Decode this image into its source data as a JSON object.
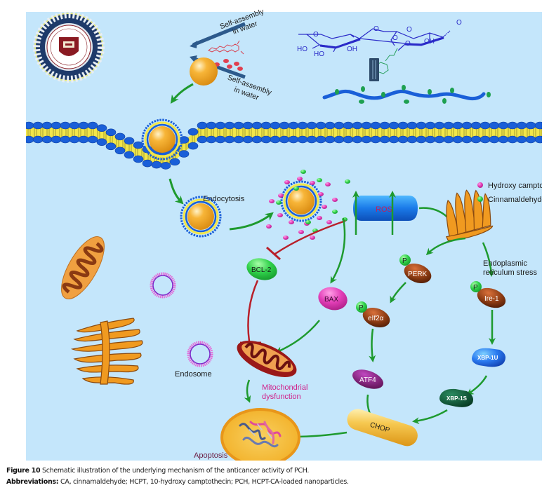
{
  "figure": {
    "labels": {
      "self_assembly_top": [
        "Self-assembly",
        "in water"
      ],
      "self_assembly_bottom": [
        "Self-assembly",
        "in water"
      ],
      "endocytosis": "Endocytosis",
      "endosome": "Endosome",
      "er_stress": [
        "Endoplasmic",
        "reticulum stress"
      ],
      "mito_dysfunction": [
        "Mitochondrial",
        "dysfunction"
      ],
      "apoptosis": "Apoptosis",
      "ros": "ROS"
    },
    "legend": [
      {
        "label": "Hydroxy camptothecin",
        "color": "#e060c0"
      },
      {
        "label": "Cinnamaldehyde",
        "color": "#30d050"
      }
    ],
    "chem": {
      "ho1": "HO",
      "ho2": "HO",
      "oh1": "OH",
      "oh2": "OH",
      "o_ring1": "O",
      "o_link": "O",
      "o_ring2": "O",
      "o_left": "O",
      "o_acetal1": "O",
      "o_acetal2": "O"
    },
    "proteins": {
      "bcl2": "BCL-2",
      "bax": "BAX",
      "perk": "PERK",
      "eif2a": "eIf2α",
      "ire1": "Ire-1",
      "atf4": "ATF4",
      "xbp1u": "XBP-1U",
      "xbp1s": "XBP-1S",
      "chop": "CHOP",
      "phospho": "P"
    },
    "colors": {
      "background": "#c4e6fb",
      "arrow_green": "#1e9a2e",
      "inhibit_red": "#b8202a",
      "membrane_blue": "#1a5fd8",
      "lipid_yellow": "#f2e64a",
      "nanoparticle_orange": "#f5a623"
    }
  },
  "caption": {
    "figure_label": "Figure 10",
    "figure_text": "Schematic illustration of the underlying mechanism of the anticancer activity of PCH.",
    "abbrev_label": "Abbreviations:",
    "abbrev_text": "CA, cinnamaldehyde; HCPT, 10-hydroxy camptothecin; PCH, HCPT-CA-loaded nanoparticles."
  }
}
